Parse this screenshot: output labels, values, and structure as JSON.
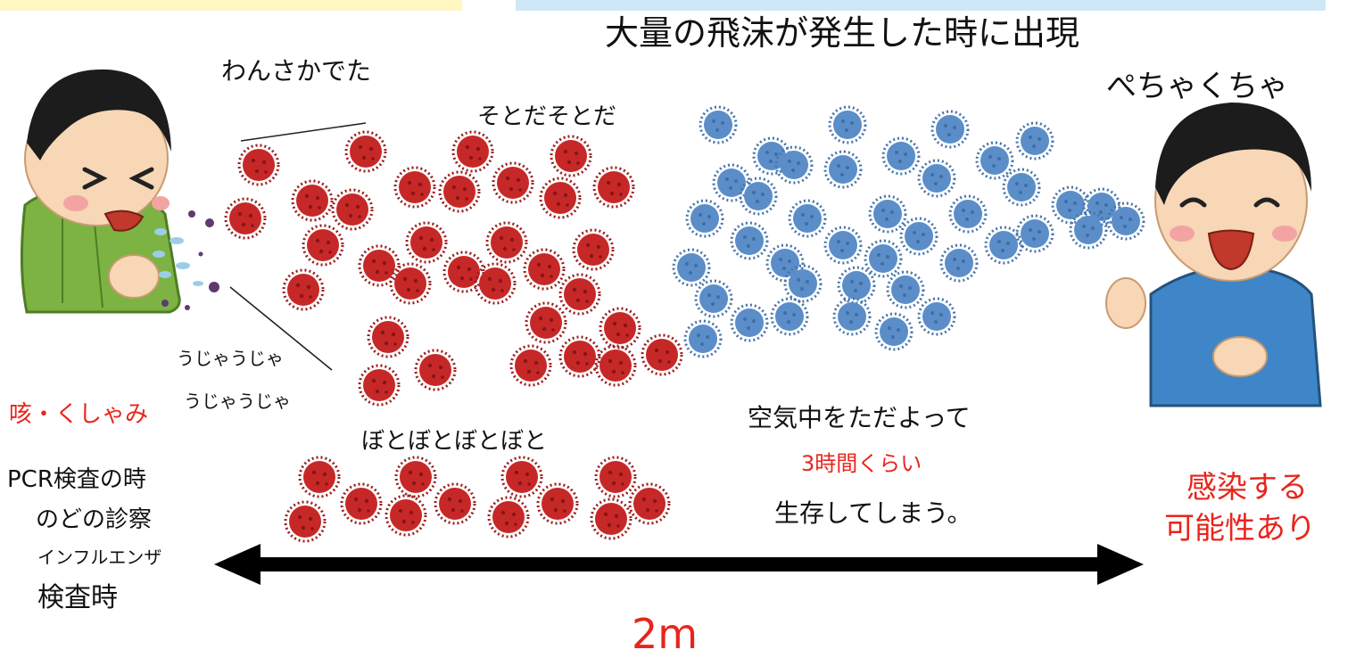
{
  "title": "大量の飛沫が発生した時に出現",
  "onomatopoeia": {
    "wansaka": "わんさかでた",
    "sotoda": "そとだそとだ",
    "pecha": "ぺちゃくちゃ",
    "ujau_1": "うじゃうじゃ",
    "ujau_2": "うじゃうじゃ",
    "botobo": "ぼとぼとぼとぼと"
  },
  "left_labels": {
    "cough": "咳・くしゃみ",
    "pcr": "PCR検査の時",
    "throat": "のどの診察",
    "flu": "インフルエンザ",
    "exam": "検査時"
  },
  "middle": {
    "float": "空気中をただよって",
    "hours": "3時間くらい",
    "survive": "生存してしまう。"
  },
  "right": {
    "infect": "感染する",
    "possible": "可能性あり"
  },
  "distance": "2m",
  "colors": {
    "virus_red": "#c62828",
    "virus_blue": "#5b8ec9",
    "accent_red": "#e8251c",
    "shirt_green": "#7cb342",
    "shirt_blue": "#3f86c8",
    "skin": "#f7d7b5",
    "hair": "#1c1c1c",
    "band_yellow": "#fff6c2",
    "band_blue": "#cfe8f7"
  }
}
